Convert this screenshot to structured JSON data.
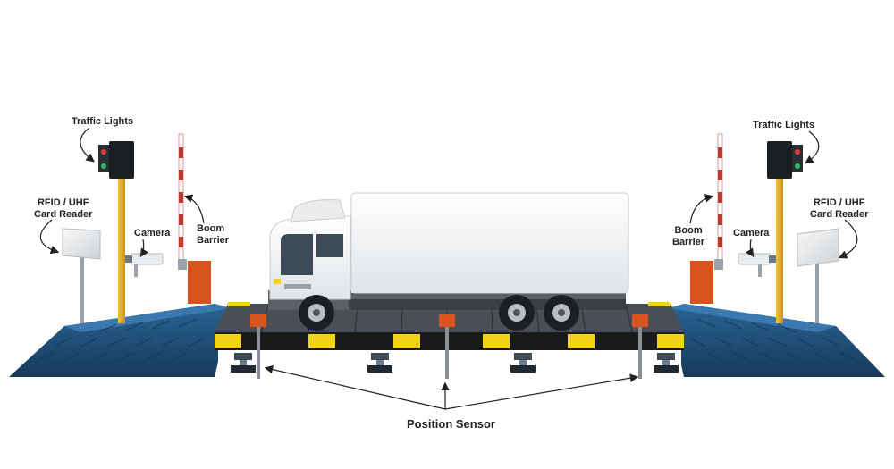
{
  "labels": {
    "traffic_lights_left": "Traffic Lights",
    "traffic_lights_right": "Traffic Lights",
    "rfid_left": [
      "RFID / UHF",
      "Card Reader"
    ],
    "rfid_right": [
      "RFID / UHF",
      "Card Reader"
    ],
    "camera_left": "Camera",
    "camera_right": "Camera",
    "boom_left": [
      "Boom",
      "Barrier"
    ],
    "boom_right": [
      "Boom",
      "Barrier"
    ],
    "position_sensor": "Position Sensor"
  },
  "colors": {
    "ramp": "#1f4f7a",
    "ramp_dark": "#173b5c",
    "platform": "#3a3f44",
    "stripe_yellow": "#f2d21b",
    "stripe_black": "#1a1a1a",
    "pole_yellow": "#e6b422",
    "barrier_red": "#c0392b",
    "barrier_box": "#d9531e",
    "truck_white": "#f4f5f6",
    "light_red": "#e23b3b",
    "light_green": "#2dbd6e"
  },
  "icons": [
    "traffic-light-icon",
    "rfid-reader-icon",
    "camera-icon",
    "boom-barrier-icon",
    "truck-icon",
    "load-cell-icon",
    "position-sensor-icon"
  ]
}
